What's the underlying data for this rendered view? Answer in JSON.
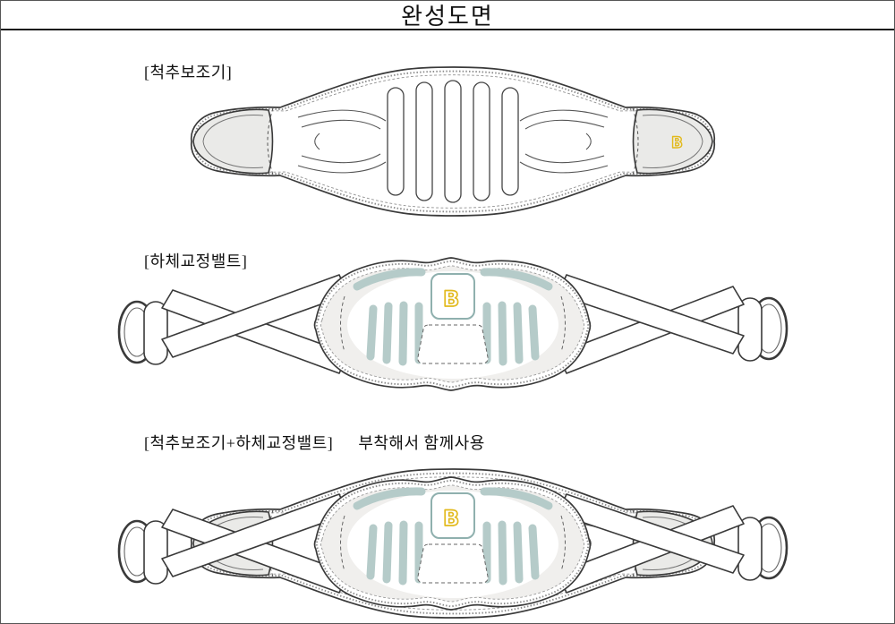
{
  "page": {
    "title": "완성도면"
  },
  "figures": {
    "spine_brace": {
      "label": "[척추보조기]"
    },
    "pelvis_belt": {
      "label": "[하체교정밸트]"
    },
    "combined": {
      "label": "[척추보조기+하체교정밸트]",
      "note": "부착해서 함께사용"
    }
  },
  "logo": {
    "letter": "B",
    "color": "#e2ba1e"
  },
  "colors": {
    "line": "#3a3a3a",
    "teal_pad": "#b5cbc9",
    "cap_gray": "#eaeae8",
    "panel_gray": "#f0efed"
  }
}
